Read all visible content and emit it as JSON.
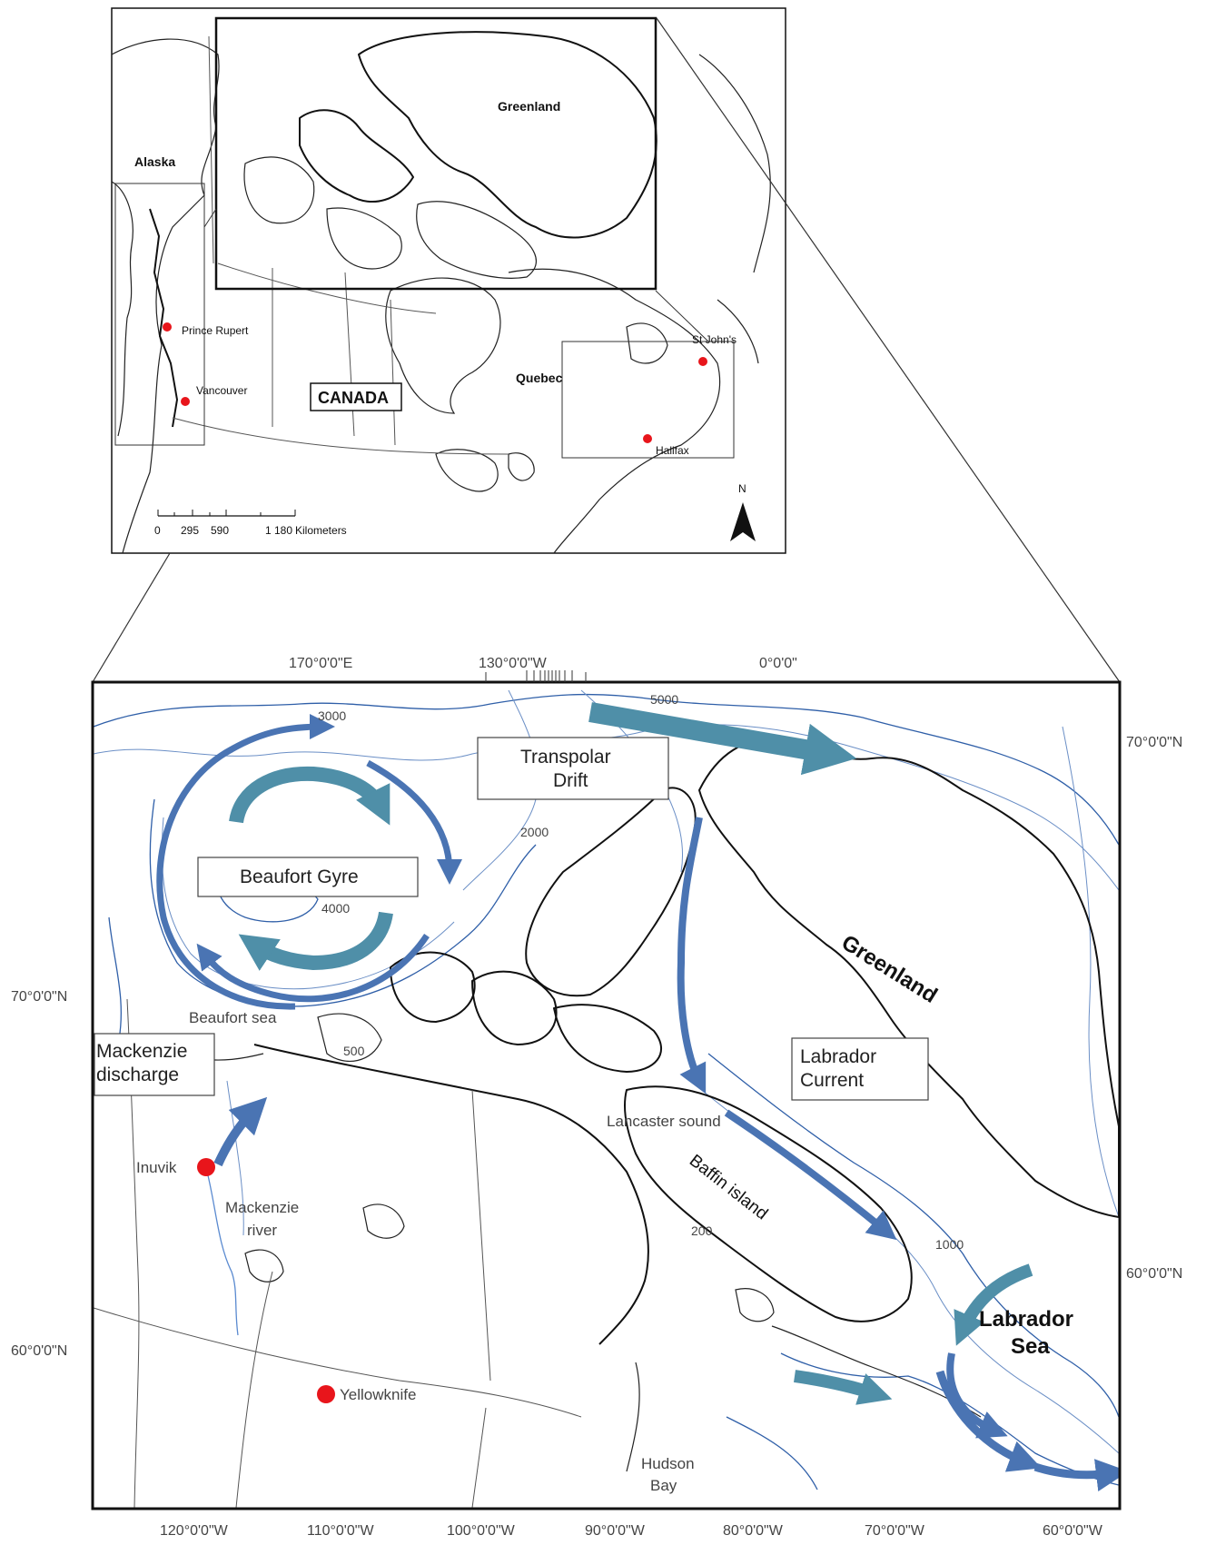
{
  "inset": {
    "labels": {
      "greenland": "Greenland",
      "alaska": "Alaska",
      "canada": "CANADA",
      "quebec": "Quebec"
    },
    "cities": [
      {
        "name": "Prince Rupert"
      },
      {
        "name": "Vancouver"
      },
      {
        "name": "St John's"
      },
      {
        "name": "Halifax"
      }
    ],
    "scale": {
      "ticks": [
        "0",
        "295",
        "590",
        "1 180"
      ],
      "unit": "Kilometers"
    },
    "north": "N"
  },
  "main": {
    "top_coords": [
      "170°0'0\"E",
      "130°0'0\"W",
      "0°0'0\""
    ],
    "right_coords": [
      "70°0'0\"N",
      "60°0'0\"N"
    ],
    "left_coords": [
      "70°0'0\"N",
      "60°0'0\"N"
    ],
    "bottom_coords": [
      "120°0'0\"W",
      "110°0'0\"W",
      "100°0'0\"W",
      "90°0'0\"W",
      "80°0'0\"W",
      "70°0'0\"W",
      "60°0'0\"W"
    ],
    "boxes": {
      "transpolar": [
        "Transpolar",
        "Drift"
      ],
      "beaufort_gyre": "Beaufort Gyre",
      "mackenzie_discharge": [
        "Mackenzie",
        "discharge"
      ],
      "labrador_current": [
        "Labrador",
        "Current"
      ]
    },
    "depths": [
      "3000",
      "5000",
      "2000",
      "4000",
      "500",
      "1000",
      "200"
    ],
    "labels": {
      "greenland": "Greenland",
      "beaufort_sea": "Beaufort sea",
      "lancaster": "Lancaster sound",
      "baffin": "Baffin island",
      "labrador_sea": [
        "Labrador",
        "Sea"
      ],
      "mackenzie_river": [
        "Mackenzie",
        "river"
      ],
      "hudson_bay": [
        "Hudson",
        "Bay"
      ]
    },
    "cities": [
      {
        "name": "Inuvik"
      },
      {
        "name": "Yellowknife"
      }
    ],
    "colors": {
      "current_dark": "#4a74b3",
      "current_teal": "#4f8fa8",
      "city": "#e8151b",
      "bathymetry": "#2f5fa8"
    }
  }
}
